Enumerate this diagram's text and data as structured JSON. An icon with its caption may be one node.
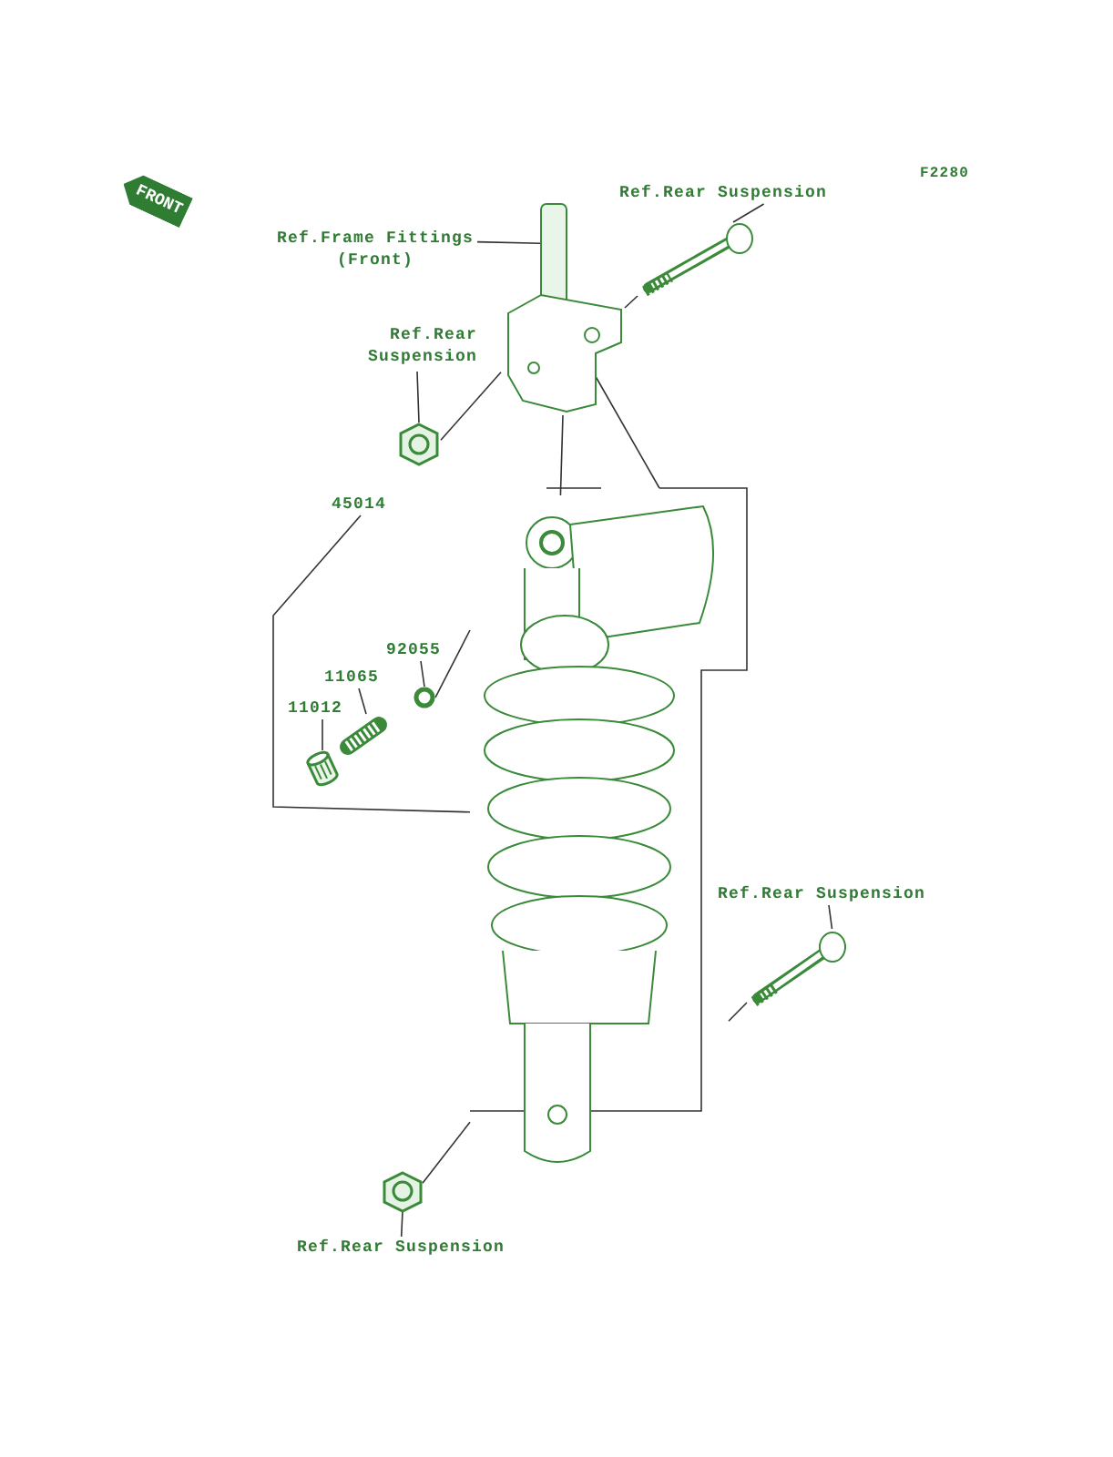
{
  "diagram": {
    "nodes": [
      {
        "text": [
          "Ref.Frame Fittings (Front)"
        ]
      },
      {
        "text": [],
        "shape": "picture"
      },
      {
        "text": [
          "Ref.Rear Suspension"
        ]
      },
      {
        "text": [],
        "shape": "picture"
      },
      {
        "text": [
          "Ref.Rear Suspension"
        ]
      },
      {
        "text": [],
        "shape": "picture"
      },
      {
        "text": [
          "45014"
        ]
      },
      {
        "text": [],
        "shape": "picture"
      },
      {
        "text": [
          "92055"
        ]
      },
      {
        "text": [],
        "shape": "circle"
      },
      {
        "text": [
          "11065"
        ]
      },
      {
        "text": [],
        "shape": "picture"
      },
      {
        "text": [
          "11012"
        ]
      },
      {
        "text": [],
        "shape": "cylinder"
      },
      {
        "text": [
          "Ref.Rear Suspension"
        ]
      },
      {
        "text": [],
        "shape": "picture"
      },
      {
        "text": [
          "Ref.Rear Suspension"
        ]
      },
      {
        "text": [],
        "shape": "picture"
      }
    ],
    "edges": [
      {
        "from": 0,
        "to": 1,
        "arrow": "none"
      },
      {
        "from": 2,
        "to": 3,
        "arrow": "none"
      },
      {
        "from": 3,
        "to": 1,
        "arrow": "none"
      },
      {
        "from": 4,
        "to": 5,
        "arrow": "none"
      },
      {
        "from": 5,
        "to": 1,
        "arrow": "none"
      },
      {
        "from": 1,
        "to": 7,
        "arrow": "none"
      },
      {
        "from": 6,
        "to": 7,
        "arrow": "none"
      },
      {
        "from": 8,
        "to": 9,
        "arrow": "none"
      },
      {
        "from": 9,
        "to": 7,
        "arrow": "none"
      },
      {
        "from": 10,
        "to": 11,
        "arrow": "none"
      },
      {
        "from": 12,
        "to": 13,
        "arrow": "none"
      },
      {
        "from": 14,
        "to": 15,
        "arrow": "none"
      },
      {
        "from": 15,
        "to": 7,
        "arrow": "none"
      },
      {
        "from": 16,
        "to": 17,
        "arrow": "none"
      },
      {
        "from": 17,
        "to": 7,
        "arrow": "none"
      }
    ],
    "labels": [
      "F2280",
      "FRONT"
    ]
  }
}
